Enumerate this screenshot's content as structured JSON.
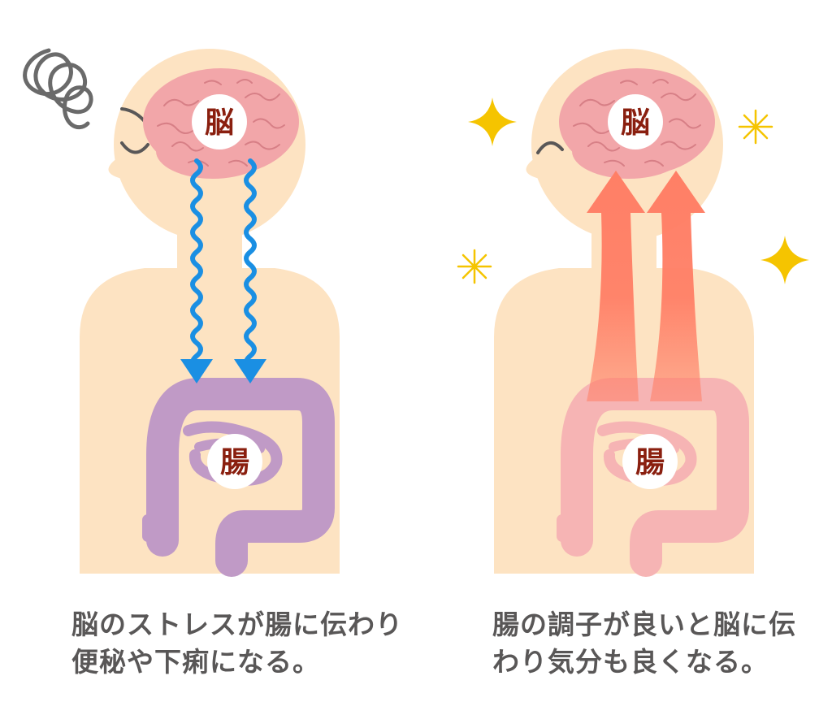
{
  "labels": {
    "brain": "脳",
    "gut": "腸"
  },
  "captions": {
    "left": [
      "脳のストレスが腸に伝わり",
      "便秘や下痢になる。"
    ],
    "right": [
      "腸の調子が良いと脳に伝",
      "わり気分も良くなる。"
    ]
  },
  "colors": {
    "skin": "#fde3c2",
    "brain": "#f2a6a9",
    "brain_lines": "#d77f86",
    "gut_stressed": "#c09ac6",
    "gut_healthy": "#f6b4b4",
    "stress_arrow": "#1a8fe3",
    "good_arrow": "#ff7f66",
    "sparkle": "#f5c400",
    "label_text": "#8a1f0f",
    "caption_text": "#595757"
  }
}
